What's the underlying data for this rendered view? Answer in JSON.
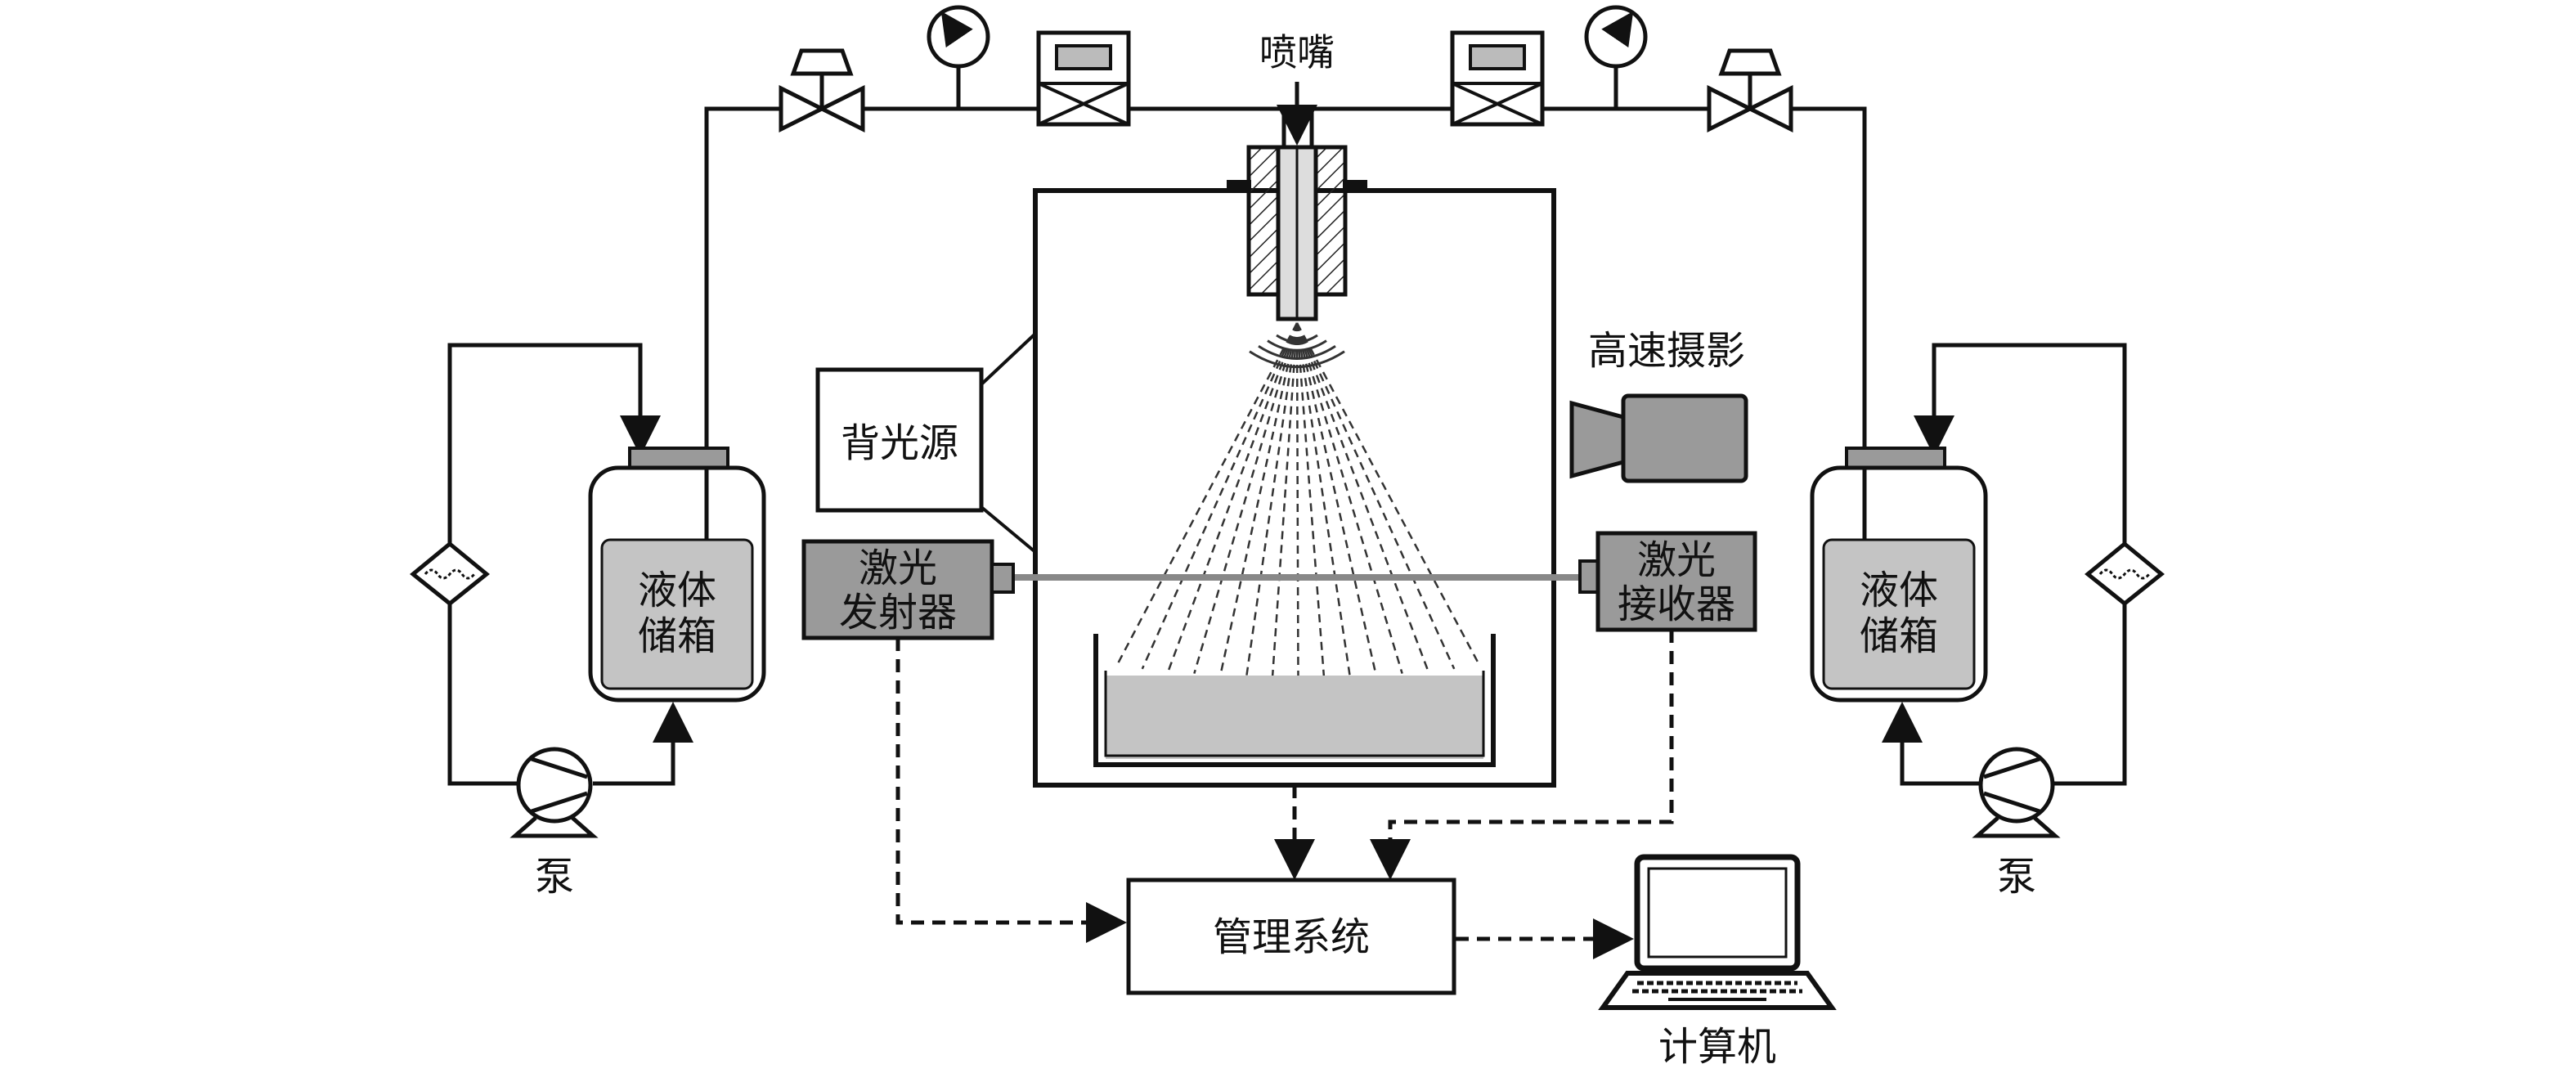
{
  "labels": {
    "nozzle": "喷嘴",
    "backlight": "背光源",
    "high_speed_camera": "高速摄影",
    "laser_emitter": [
      "激光",
      "发射器"
    ],
    "laser_receiver": [
      "激光",
      "接收器"
    ],
    "tank_left": [
      "液体",
      "储箱"
    ],
    "tank_right": [
      "液体",
      "储箱"
    ],
    "pump_left": "泵",
    "pump_right": "泵",
    "management_system": "管理系统",
    "computer": "计算机"
  },
  "colors": {
    "line": "#111111",
    "device_fill": "#9a9a9a",
    "liquid_fill": "#c4c4c4",
    "background": "#ffffff"
  }
}
